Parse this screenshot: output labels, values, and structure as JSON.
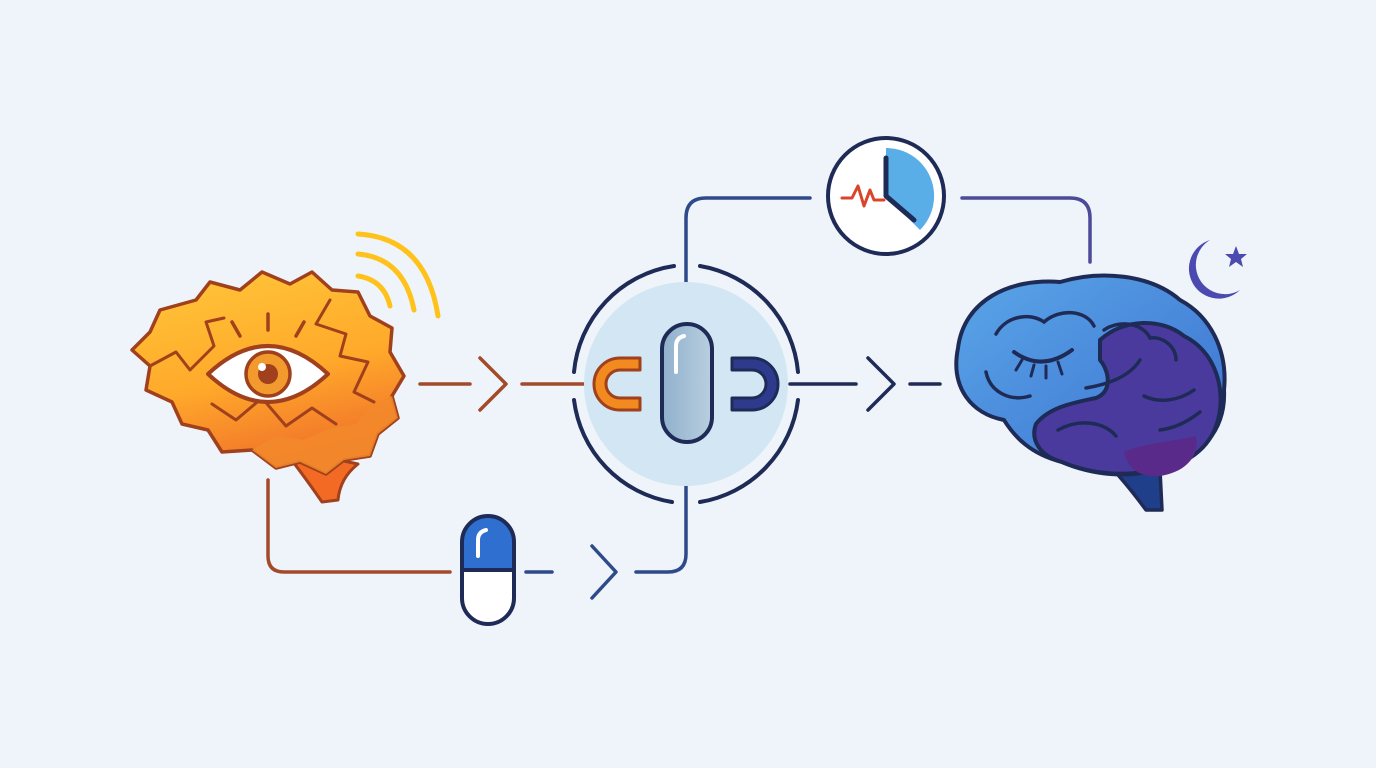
{
  "diagram": {
    "background": "#eef4f9",
    "colors": {
      "outline_dark": "#1f2b57",
      "arousal_stroke": "#a0401d",
      "arousal_fill_light": "#ffbf2e",
      "arousal_fill_dark": "#f27a24",
      "sleep_blue": "#4a8fdb",
      "sleep_purple": "#4a3a9e",
      "sleep_deep": "#5a2a8a",
      "pill_blue": "#2f6fd0",
      "pill_white": "#ffffff",
      "receptor_glow": "#d3e6f4",
      "sound_wave": "#ffc21a",
      "orange_connector": "#f28a20",
      "navy_connector": "#2e3a8c",
      "line_rust": "#a24a2a",
      "line_navy": "#2f4a8a",
      "line_purple": "#4d4a9a",
      "moon": "#4a4ab0",
      "clock_fill": "#5aaee8",
      "pulse_red": "#d9442a"
    },
    "nodes": [
      {
        "id": "aroused-brain",
        "icon": "alert-brain-with-eye-icon"
      },
      {
        "id": "sound-waves",
        "icon": "sound-waves-icon"
      },
      {
        "id": "receptor-block",
        "icon": "receptor-with-pill-blocker-icon"
      },
      {
        "id": "sleeping-brain",
        "icon": "sleeping-brain-icon"
      },
      {
        "id": "moon-star",
        "icon": "moon-and-star-icon"
      },
      {
        "id": "clock",
        "icon": "clock-with-pulse-icon"
      },
      {
        "id": "capsule",
        "icon": "capsule-pill-icon"
      }
    ]
  }
}
